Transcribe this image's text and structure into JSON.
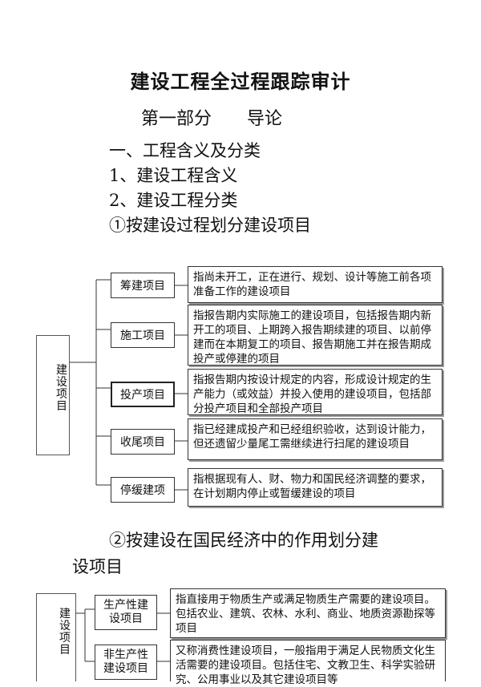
{
  "title": "建设工程全过程跟踪审计",
  "part_heading": "第一部分　　导论",
  "outline": [
    "一、工程含义及分类",
    "1、建设工程含义",
    "2、建设工程分类",
    "①按建设过程划分建设项目"
  ],
  "diagram1": {
    "root_label": "建设项目",
    "items": [
      {
        "category": "筹建项目",
        "description": "指尚未开工，正在进行、规划、设计等施工前各项准备工作的建设项目"
      },
      {
        "category": "施工项目",
        "description": "指报告期内实际施工的建设项目，包括报告期内新开工的项目、上期跨入报告期续建的项目、以前停建而在本期复工的项目、报告期施工并在报告期成投产或停建的项目"
      },
      {
        "category": "投产项目",
        "description": "指报告期内按设计规定的内容，形成设计规定的生产能力（或效益）并投入使用的建设项目，包括部分投产项目和全部投产项目"
      },
      {
        "category": "收尾项目",
        "description": "指已经建成投产和已经组织验收，达到设计能力，但还遗留少量尾工需继续进行扫尾的建设项目"
      },
      {
        "category": "停缓建项",
        "description": "指根据现有人、财、物力和国民经济调整的要求，在计划期内停止或暂缓建设的项目"
      }
    ]
  },
  "section2_line1": "②按建设在国民经济中的作用划分建",
  "section2_line2": "设项目",
  "diagram2": {
    "root_label": "建设项目",
    "items": [
      {
        "category": "生产性建设项目",
        "description": "指直接用于物质生产或满足物质生产需要的建设项目。包括农业、建筑、农林、水利、商业、地质资源勘探等项目"
      },
      {
        "category": "非生产性建设项目",
        "description": "又称消费性建设项目，一般指用于满足人民物质文化生活需要的建设项目。包括住宅、文教卫生、科学实验研究、公用事业以及其它建设项目等"
      }
    ]
  }
}
